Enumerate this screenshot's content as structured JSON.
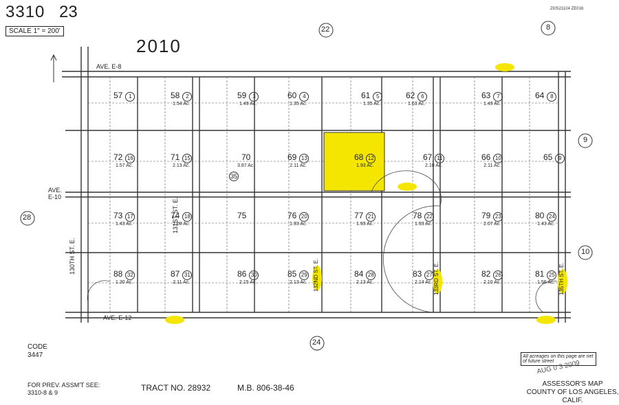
{
  "header": {
    "book": "3310",
    "page": "23",
    "scale": "SCALE 1\" = 200'",
    "year_label": "2010",
    "map_id": "ZI0S21104 ZE016"
  },
  "neighbors": {
    "top": "22",
    "top_right": "8",
    "right_upper": "9",
    "right_lower": "10",
    "left": "28",
    "bottom": "24"
  },
  "streets": [
    {
      "label": "AVE. E-8",
      "highlight": true
    },
    {
      "label": "AVE. E-10",
      "highlight": true
    },
    {
      "label": "AVE. E-12",
      "highlight": true
    },
    {
      "label": "130TH ST. E.",
      "highlight": false
    },
    {
      "label": "131ST ST. E.",
      "highlight": false
    },
    {
      "label": "132ND ST. E.",
      "highlight": true
    },
    {
      "label": "133RD ST. E.",
      "highlight": true
    },
    {
      "label": "135TH ST. E.",
      "highlight": true
    }
  ],
  "parcels": [
    {
      "num": "57",
      "circle": "1",
      "area": ""
    },
    {
      "num": "58",
      "circle": "2",
      "area": "1.54 Ac."
    },
    {
      "num": "59",
      "circle": "3",
      "area": "1.49 Ac."
    },
    {
      "num": "60",
      "circle": "4",
      "area": "1.35 Ac."
    },
    {
      "num": "61",
      "circle": "5",
      "area": "1.35 Ac."
    },
    {
      "num": "62",
      "circle": "6",
      "area": "1.63 Ac."
    },
    {
      "num": "63",
      "circle": "7",
      "area": "1.49 Ac."
    },
    {
      "num": "64",
      "circle": "8",
      "area": ""
    },
    {
      "num": "65",
      "circle": "9",
      "area": ""
    },
    {
      "num": "66",
      "circle": "10",
      "area": "2.11 Ac."
    },
    {
      "num": "67",
      "circle": "11",
      "area": "2.10 Ac."
    },
    {
      "num": "68",
      "circle": "12",
      "area": "1.93 Ac.",
      "highlight": true
    },
    {
      "num": "69",
      "circle": "13",
      "area": "2.11 Ac."
    },
    {
      "num": "70",
      "circle": "",
      "area": "3.87 Ac."
    },
    {
      "num": "71",
      "circle": "15",
      "area": "2.13 Ac."
    },
    {
      "num": "72",
      "circle": "16",
      "area": "1.57 Ac."
    },
    {
      "num": "73",
      "circle": "17",
      "area": "1.43 Ac."
    },
    {
      "num": "74",
      "circle": "18",
      "area": "2.08 Ac."
    },
    {
      "num": "75",
      "circle": "",
      "area": ""
    },
    {
      "num": "76",
      "circle": "20",
      "area": "1.93 Ac."
    },
    {
      "num": "77",
      "circle": "21",
      "area": "1.93 Ac."
    },
    {
      "num": "78",
      "circle": "22",
      "area": "1.93 Ac."
    },
    {
      "num": "79",
      "circle": "23",
      "area": "2.07 Ac."
    },
    {
      "num": "80",
      "circle": "24",
      "area": "1.43 Ac."
    },
    {
      "num": "81",
      "circle": "25",
      "area": "1.56 Ac."
    },
    {
      "num": "82",
      "circle": "26",
      "area": "2.10 Ac."
    },
    {
      "num": "83",
      "circle": "27",
      "area": "2.14 Ac."
    },
    {
      "num": "84",
      "circle": "28",
      "area": "2.13 Ac."
    },
    {
      "num": "85",
      "circle": "29",
      "area": "2.13 Ac."
    },
    {
      "num": "86",
      "circle": "30",
      "area": "2.15 Ac."
    },
    {
      "num": "87",
      "circle": "31",
      "area": "2.11 Ac."
    },
    {
      "num": "88",
      "circle": "32",
      "area": "1.30 Ac."
    }
  ],
  "lot_circle_35": "35",
  "footer": {
    "code_label": "CODE",
    "code_value": "3447",
    "prev_line1": "FOR PREV. ASSM'T SEE:",
    "prev_line2": "3310-8 & 9",
    "tract": "TRACT NO. 28932",
    "mb": "M.B. 806-38-46",
    "assessor_line1": "ASSESSOR'S MAP",
    "assessor_line2": "COUNTY OF LOS ANGELES, CALIF.",
    "date_stamp": "AUG 0 3 2009",
    "note": "All acreages on this page are net of future street"
  },
  "colors": {
    "highlight": "#f5e600",
    "ink": "#222222"
  }
}
